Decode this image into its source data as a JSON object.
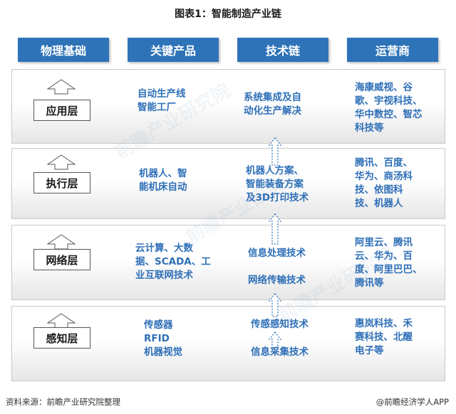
{
  "title": "图表1：智能制造产业链",
  "headers": [
    "物理基础",
    "关键产品",
    "技术链",
    "运营商"
  ],
  "layers": [
    {
      "name": "应用层",
      "products": "自动生产线\n智能工厂",
      "tech": "系统集成及自\n动化生产解决",
      "operators": "海康威视、谷\n歌、宇视科技、\n华中数控、智芯\n科技等"
    },
    {
      "name": "执行层",
      "products": "机器人、智\n能机床自动",
      "tech": "机器人方案、\n智能装备方案\n及3D打印技术",
      "operators": "腾讯、百度、\n华为、商汤科\n技、依图科\n技、机器人"
    },
    {
      "name": "网络层",
      "products": "云计算、大数\n据、SCADA、工\n业互联网技术",
      "tech": [
        "信息处理技术",
        "网络传输技术"
      ],
      "operators": "阿里云、腾讯\n云、华为、百\n度、阿里巴巴、\n腾讯等"
    },
    {
      "name": "感知层",
      "products": "传感器\nRFID\n机器视觉",
      "tech": [
        "传感感知技术",
        "信息采集技术"
      ],
      "operators": "惠岚科技、禾\n赛科技、北醒\n电子等"
    }
  ],
  "watermark": "前瞻产业研究院",
  "footer": {
    "source": "资料来源：前瞻产业研究院整理",
    "brand": "@前瞻经济学人APP"
  },
  "colors": {
    "header_bg": "#2e73b8",
    "cell_text": "#2e6fb7",
    "band_border": "#c9c9c9"
  }
}
